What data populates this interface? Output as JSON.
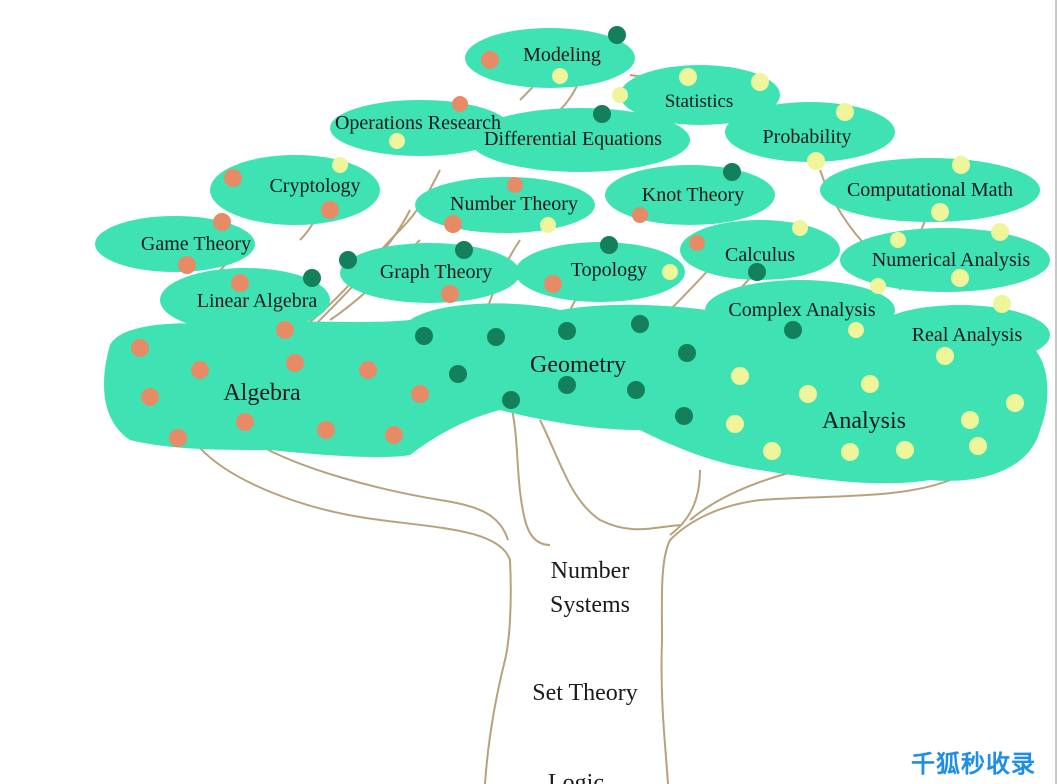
{
  "colors": {
    "foliage": "#3fe2b2",
    "branch": "#b8a27c",
    "dot_orange": "#e78a66",
    "dot_green": "#14805b",
    "dot_yellow": "#eef59a",
    "watermark": "#1e8ee6"
  },
  "trunk": {
    "number_systems_1": "Number",
    "number_systems_2": "Systems",
    "set_theory": "Set Theory",
    "logic": "Logic"
  },
  "branches": {
    "modeling": "Modeling",
    "statistics": "Statistics",
    "operations_research": "Operations Research",
    "differential_equations": "Differential Equations",
    "probability": "Probability",
    "cryptology": "Cryptology",
    "number_theory": "Number Theory",
    "knot_theory": "Knot Theory",
    "computational_math": "Computational Math",
    "game_theory": "Game Theory",
    "graph_theory": "Graph Theory",
    "topology": "Topology",
    "calculus": "Calculus",
    "numerical_analysis": "Numerical Analysis",
    "linear_algebra": "Linear Algebra",
    "complex_analysis": "Complex Analysis",
    "real_analysis": "Real Analysis",
    "algebra": "Algebra",
    "geometry": "Geometry",
    "analysis": "Analysis"
  },
  "watermark": "千狐秒收录"
}
